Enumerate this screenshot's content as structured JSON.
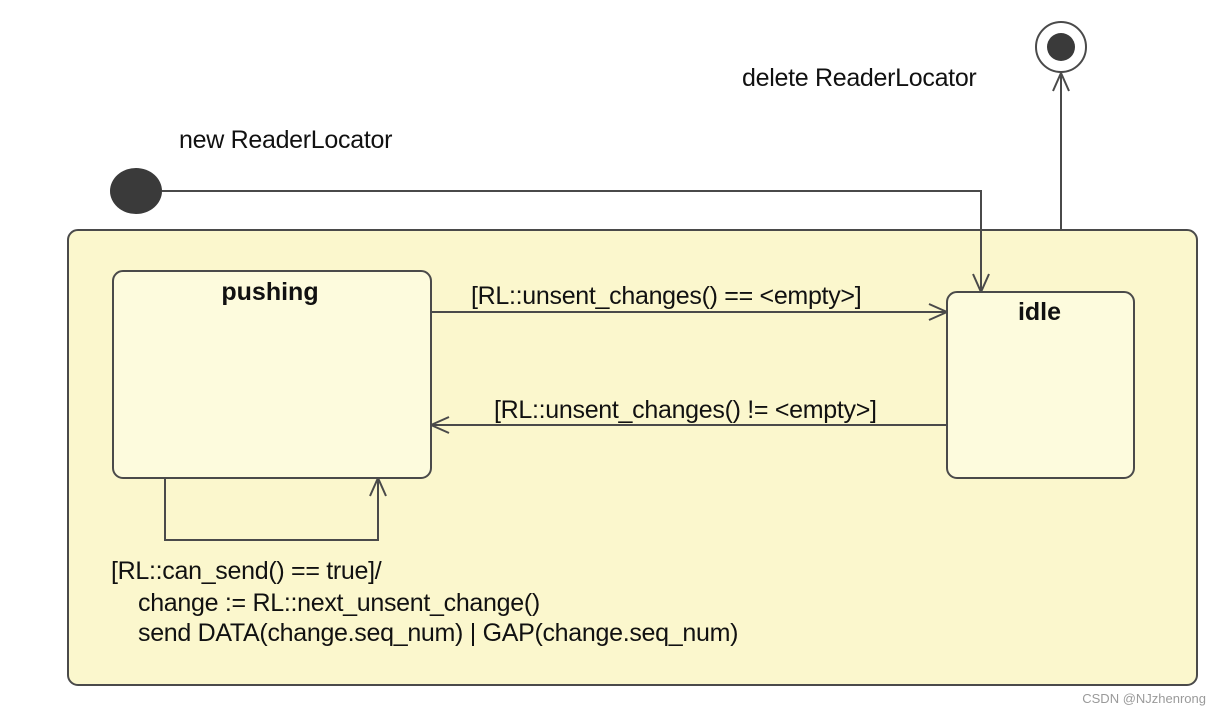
{
  "colors": {
    "superstate_fill": "#fbf7cd",
    "state_fill": "#fdfbdd",
    "stroke": "#4a4a4a",
    "node_fill": "#3a3a3a"
  },
  "superstate": {},
  "states": {
    "pushing": {
      "title": "pushing"
    },
    "idle": {
      "title": "idle"
    }
  },
  "initial_label": "new ReaderLocator",
  "final_label": "delete ReaderLocator",
  "transitions": {
    "pushing_to_idle": "[RL::unsent_changes() == <empty>]",
    "idle_to_pushing": "[RL::unsent_changes() != <empty>]",
    "self_loop": {
      "guard": "[RL::can_send() == true]/",
      "action_1": "change := RL::next_unsent_change()",
      "action_2": "send DATA(change.seq_num) | GAP(change.seq_num)"
    }
  },
  "watermark": "CSDN @NJzhenrong"
}
